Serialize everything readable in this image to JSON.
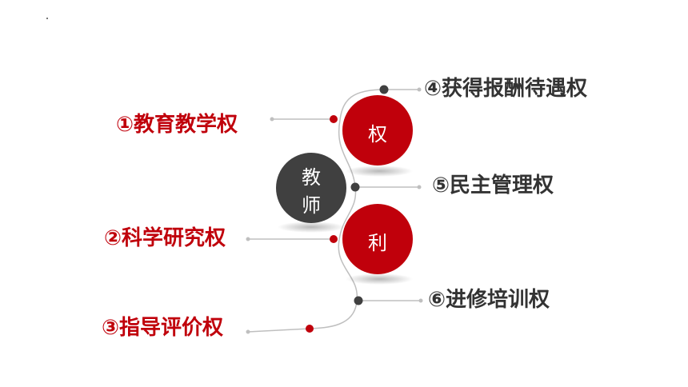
{
  "center": {
    "line1": "教",
    "line2": "师"
  },
  "circles": {
    "top": "权",
    "bottom": "利"
  },
  "rights": [
    {
      "label": "①教育教学权",
      "color": "#c0000b"
    },
    {
      "label": "②科学研究权",
      "color": "#c0000b"
    },
    {
      "label": "③指导评价权",
      "color": "#c0000b"
    },
    {
      "label": "④获得报酬待遇权",
      "color": "#333333"
    },
    {
      "label": "⑤民主管理权",
      "color": "#333333"
    },
    {
      "label": "⑥进修培训权",
      "color": "#333333"
    }
  ],
  "colors": {
    "accent_red": "#c0000b",
    "dark_gray": "#404040",
    "line_gray": "#bfbfbf"
  }
}
